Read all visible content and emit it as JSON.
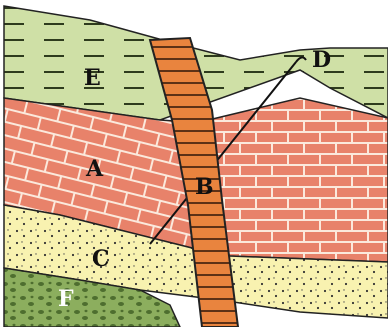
{
  "colors": {
    "layer_e": "#cfe0a6",
    "layer_a_brick": "#e8826a",
    "layer_c_sand": "#f8f2b0",
    "layer_f": "#8cae5e",
    "dike_b": "#e9843e",
    "mortar": "#fbe9dc",
    "outline": "#222222"
  },
  "labels": {
    "a": "A",
    "b": "B",
    "c": "C",
    "d": "D",
    "e": "E",
    "f": "F"
  }
}
